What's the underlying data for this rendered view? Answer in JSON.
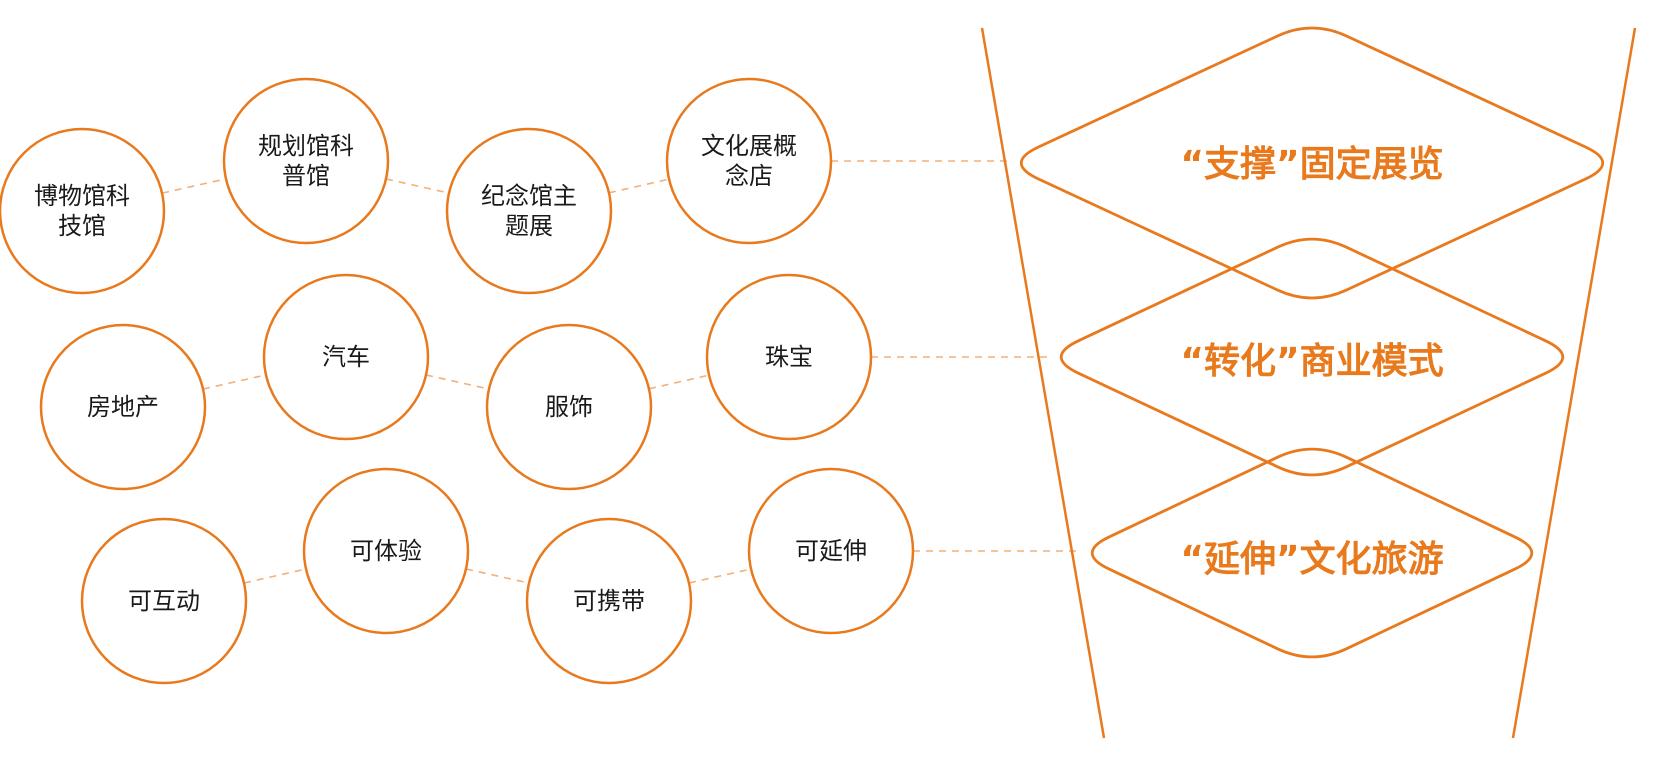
{
  "colors": {
    "accent": "#E8791C",
    "connector": "#F2B07A",
    "text": "#1a1a1a"
  },
  "rows": [
    {
      "nodes": [
        [
          "博物馆科",
          "技馆"
        ],
        [
          "规划馆科",
          "普馆"
        ],
        [
          "纪念馆主",
          "题展"
        ],
        [
          "文化展概",
          "念店"
        ]
      ]
    },
    {
      "nodes": [
        [
          "房地产"
        ],
        [
          "汽车"
        ],
        [
          "服饰"
        ],
        [
          "珠宝"
        ]
      ]
    },
    {
      "nodes": [
        [
          "可互动"
        ],
        [
          "可体验"
        ],
        [
          "可携带"
        ],
        [
          "可延伸"
        ]
      ]
    }
  ],
  "layers": [
    {
      "label": "“支撑”固定展览"
    },
    {
      "label": "“转化”商业模式"
    },
    {
      "label": "“延伸”文化旅游"
    }
  ]
}
